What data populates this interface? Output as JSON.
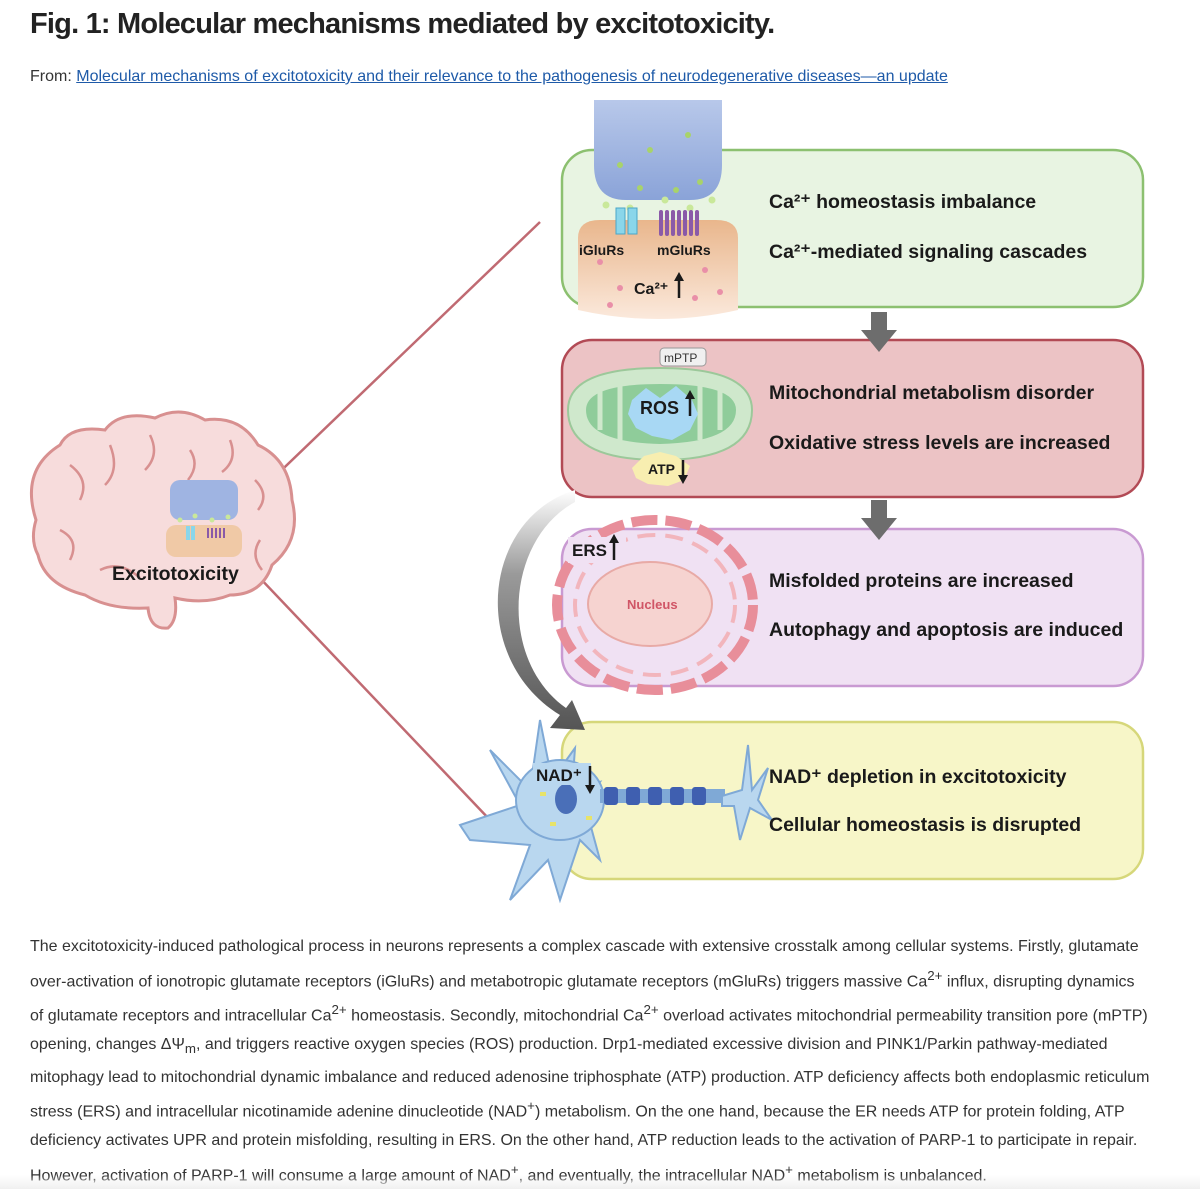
{
  "header": {
    "title": "Fig. 1: Molecular mechanisms mediated by excitotoxicity.",
    "from_prefix": "From:",
    "source_link": "Molecular mechanisms of excitotoxicity and their relevance to the pathogenesis of neurodegenerative diseases—an update"
  },
  "figure": {
    "brain_label": "Excitotoxicity",
    "receptor_labels": {
      "iglurs": "iGluRs",
      "mglurs": "mGluRs",
      "ca": "Ca²⁺"
    },
    "mito_labels": {
      "mptp": "mPTP",
      "ros": "ROS",
      "atp": "ATP"
    },
    "er_labels": {
      "ers": "ERS",
      "nucleus": "Nucleus"
    },
    "neuron_labels": {
      "nad": "NAD⁺"
    },
    "boxes": [
      {
        "line1": "Ca²⁺ homeostasis imbalance",
        "line2": "Ca²⁺-mediated signaling cascades"
      },
      {
        "line1": "Mitochondrial metabolism disorder",
        "line2": "Oxidative stress levels are increased"
      },
      {
        "line1": "Misfolded proteins are increased",
        "line2": "Autophagy and apoptosis are induced"
      },
      {
        "line1": "NAD⁺ depletion in excitotoxicity",
        "line2": "Cellular homeostasis is disrupted"
      }
    ],
    "colors": {
      "box1_fill": "#e8f4e2",
      "box1_border": "#8cc070",
      "box2_fill": "#ecc3c5",
      "box2_border": "#b24a55",
      "box3_fill": "#f0e1f3",
      "box3_border": "#c99ad2",
      "box4_fill": "#f7f6c8",
      "box4_border": "#d6d77a"
    }
  },
  "caption": {
    "s1": "The excitotoxicity-induced pathological process in neurons represents a complex cascade with extensive crosstalk among cellular systems. Firstly, glutamate over-activation of ionotropic glutamate receptors (iGluRs) and metabotropic glutamate receptors (mGluRs) triggers massive Ca",
    "s2": " influx, disrupting dynamics of glutamate receptors and intracellular Ca",
    "s3": " homeostasis. Secondly, mitochondrial Ca",
    "s4": " overload activates mitochondrial permeability transition pore (mPTP) opening, changes ΔΨ",
    "s5": ", and triggers reactive oxygen species (ROS) production. Drp1-mediated excessive division and PINK1/Parkin pathway-mediated mitophagy lead to mitochondrial dynamic imbalance and reduced adenosine triphosphate (ATP) production. ATP deficiency affects both endoplasmic reticulum stress (ERS) and intracellular nicotinamide adenine dinucleotide (NAD",
    "s6": ") metabolism. On the one hand, because the ER needs ATP for protein folding, ATP deficiency activates UPR and protein misfolding, resulting in ERS. On the other hand, ATP reduction leads to the activation of PARP-1 to participate in repair. However, activation of PARP-1 will consume a large amount of NAD",
    "s7": ", and eventually, the intracellular NAD",
    "s8": " metabolism is unbalanced.",
    "sup_ca": "2+",
    "sup_plus": "+",
    "sub_m": "m"
  }
}
